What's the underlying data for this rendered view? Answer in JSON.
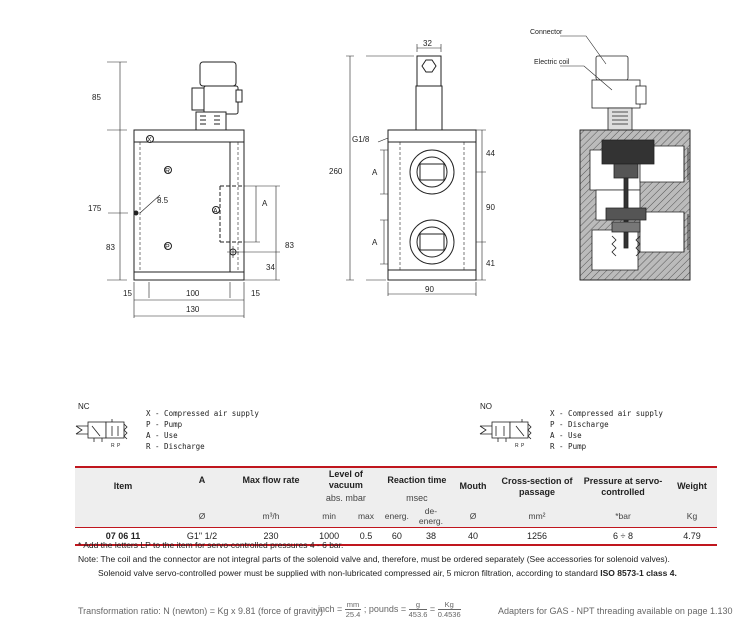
{
  "drawing": {
    "front_dims": {
      "h85": "85",
      "h175": "175",
      "h83": "83",
      "h8_5": "8.5",
      "w15l": "15",
      "w100": "100",
      "w15r": "15",
      "w130": "130",
      "rA": "A",
      "r83": "83",
      "r34": "34",
      "port_x": "X",
      "port_r": "R",
      "port_a": "A",
      "port_p": "P"
    },
    "side_dims": {
      "w32": "32",
      "g18": "G1/8",
      "h260": "260",
      "a_top": "A",
      "a_bot": "A",
      "h44": "44",
      "h90": "90",
      "h41": "41",
      "w90": "90"
    },
    "section_labels": {
      "connector": "Connector",
      "electric_coil": "Electric coil"
    }
  },
  "symbols": [
    {
      "title": "NC",
      "legend": [
        "X - Compressed air supply",
        "P - Pump",
        "A - Use",
        "R - Discharge"
      ]
    },
    {
      "title": "NO",
      "legend": [
        "X - Compressed air supply",
        "P - Discharge",
        "A - Use",
        "R - Pump"
      ]
    }
  ],
  "symbol_ports": {
    "a": "A",
    "r": "R",
    "p": "P"
  },
  "table": {
    "headers": {
      "item": "Item",
      "a": "A",
      "flow": "Max flow rate",
      "vacuum": "Level of vacuum",
      "reaction": "Reaction time",
      "mouth": "Mouth",
      "cross": "Cross-section of passage",
      "pressure": "Pressure at servo-controlled",
      "weight": "Weight"
    },
    "subheaders": {
      "vacuum": "abs. mbar",
      "reaction": "msec"
    },
    "units": {
      "a": "Ø",
      "flow": "m³/h",
      "vac_min": "min",
      "vac_max": "max",
      "energ": "energ.",
      "deenerg": "de-energ.",
      "mouth": "Ø",
      "cross": "mm²",
      "pressure": "*bar",
      "weight": "Kg"
    },
    "row": {
      "item": "07 06 11",
      "a": "G1\" 1/2",
      "flow": "230",
      "vac_min": "1000",
      "vac_max": "0.5",
      "energ": "60",
      "deenerg": "38",
      "mouth": "40",
      "cross": "1256",
      "pressure": "6 ÷ 8",
      "weight": "4.79"
    }
  },
  "notes": [
    "* Add the letters LP to the item for servo-controlled pressures 4 - 6 bar.",
    "Note: The coil and the connector are not integral parts of the solenoid valve and, therefore, must be ordered separately (See accessories for solenoid valves).",
    "Solenoid valve servo-controlled power must be supplied with non-lubricated compressed air, 5 micron filtration, according to standard",
    "ISO 8573-1 class 4."
  ],
  "footer": {
    "transformation": "Transformation ratio: N (newton) = Kg x 9.81 (force of gravity)",
    "inch": "inch =",
    "inch_num": "mm",
    "inch_den": "25.4",
    "pounds": "; pounds =",
    "pounds_num": "g",
    "pounds_den": "453.6",
    "eq": "=",
    "kg_num": "Kg",
    "kg_den": "0.4536",
    "gas": "Adapters for GAS - NPT threading available on page 1.130"
  },
  "colors": {
    "accent_red": "#c0161e",
    "header_gray": "#eeeeee"
  }
}
